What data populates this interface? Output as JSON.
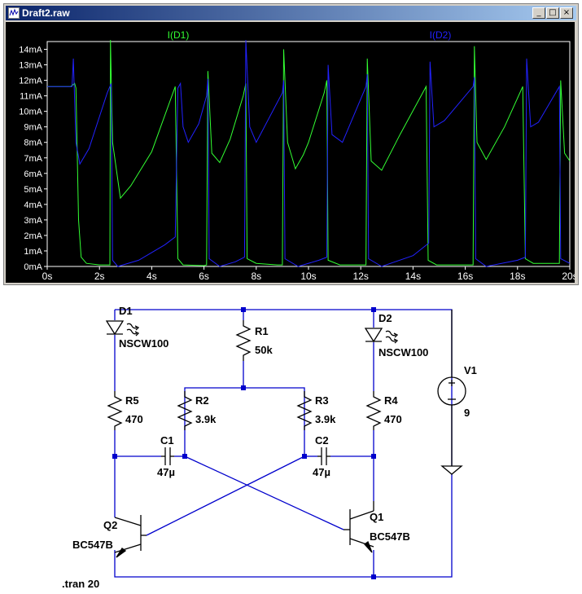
{
  "window": {
    "title": "Draft2.raw",
    "buttons": {
      "minimize": "_",
      "maximize": "□",
      "close": "×"
    }
  },
  "colors": {
    "trace_d1": "#33ff33",
    "trace_d2": "#2222ff",
    "axis": "#ffffff",
    "grid": "#3a3a3a",
    "wire": "#0000cc",
    "component": "#000000"
  },
  "chart_data": {
    "type": "line",
    "title": "",
    "xlabel": "",
    "ylabel": "",
    "xlim": [
      0,
      20
    ],
    "ylim": [
      0,
      14.5
    ],
    "x_ticks": [
      "0s",
      "2s",
      "4s",
      "6s",
      "8s",
      "10s",
      "12s",
      "14s",
      "16s",
      "18s",
      "20s"
    ],
    "y_ticks": [
      "0mA",
      "1mA",
      "2mA",
      "3mA",
      "4mA",
      "5mA",
      "6mA",
      "7mA",
      "8mA",
      "9mA",
      "10mA",
      "11mA",
      "12mA",
      "13mA",
      "14mA"
    ],
    "grid": false,
    "series": [
      {
        "name": "I(D1)",
        "color": "#33ff33",
        "points": [
          [
            0,
            11.6
          ],
          [
            0.9,
            11.6
          ],
          [
            1.05,
            11.8
          ],
          [
            1.1,
            11.5
          ],
          [
            1.2,
            3.0
          ],
          [
            1.3,
            0.6
          ],
          [
            1.5,
            0.2
          ],
          [
            2.0,
            0.1
          ],
          [
            2.4,
            0.1
          ],
          [
            2.42,
            14.6
          ],
          [
            2.5,
            8.0
          ],
          [
            2.8,
            4.4
          ],
          [
            3.2,
            5.2
          ],
          [
            4.0,
            7.4
          ],
          [
            4.9,
            11.6
          ],
          [
            5.0,
            0.5
          ],
          [
            5.2,
            0.1
          ],
          [
            6.0,
            0.05
          ],
          [
            6.1,
            0.1
          ],
          [
            6.15,
            12.6
          ],
          [
            6.3,
            7.3
          ],
          [
            6.6,
            6.7
          ],
          [
            7.0,
            8.2
          ],
          [
            7.5,
            11.0
          ],
          [
            7.6,
            11.8
          ],
          [
            7.65,
            0.5
          ],
          [
            8.0,
            0.2
          ],
          [
            8.8,
            0.1
          ],
          [
            9.0,
            0.1
          ],
          [
            9.05,
            14.0
          ],
          [
            9.2,
            8.0
          ],
          [
            9.5,
            6.3
          ],
          [
            9.8,
            7.2
          ],
          [
            10.0,
            8.0
          ],
          [
            10.6,
            11.2
          ],
          [
            10.7,
            12.0
          ],
          [
            10.75,
            0.4
          ],
          [
            11.2,
            0.1
          ],
          [
            12.2,
            0.1
          ],
          [
            12.25,
            13.4
          ],
          [
            12.4,
            6.8
          ],
          [
            12.8,
            6.2
          ],
          [
            13.5,
            8.5
          ],
          [
            14.5,
            11.6
          ],
          [
            14.58,
            0.4
          ],
          [
            14.9,
            0.1
          ],
          [
            16.3,
            0.1
          ],
          [
            16.35,
            14.2
          ],
          [
            16.45,
            8.0
          ],
          [
            16.8,
            6.9
          ],
          [
            17.5,
            9.0
          ],
          [
            18.2,
            11.6
          ],
          [
            18.3,
            0.5
          ],
          [
            18.6,
            0.2
          ],
          [
            19.6,
            0.2
          ],
          [
            19.65,
            12.0
          ],
          [
            19.8,
            7.3
          ],
          [
            20,
            6.8
          ]
        ]
      },
      {
        "name": "I(D2)",
        "color": "#2222ff",
        "points": [
          [
            0,
            11.6
          ],
          [
            0.95,
            11.6
          ],
          [
            1.0,
            13.4
          ],
          [
            1.1,
            8.0
          ],
          [
            1.25,
            6.6
          ],
          [
            1.6,
            7.6
          ],
          [
            2.3,
            11.2
          ],
          [
            2.45,
            11.8
          ],
          [
            2.5,
            0.4
          ],
          [
            2.7,
            0.0
          ],
          [
            3.5,
            0.4
          ],
          [
            4.5,
            1.4
          ],
          [
            4.9,
            1.9
          ],
          [
            5.0,
            11.5
          ],
          [
            5.1,
            11.8
          ],
          [
            5.2,
            9.0
          ],
          [
            5.4,
            8.0
          ],
          [
            5.8,
            9.2
          ],
          [
            6.1,
            11.0
          ],
          [
            6.15,
            12.1
          ],
          [
            6.2,
            0.5
          ],
          [
            6.6,
            0.0
          ],
          [
            7.2,
            0.3
          ],
          [
            7.55,
            0.6
          ],
          [
            7.6,
            14.6
          ],
          [
            7.75,
            9.0
          ],
          [
            8.0,
            8.0
          ],
          [
            9.0,
            11.2
          ],
          [
            9.05,
            12.0
          ],
          [
            9.1,
            0.5
          ],
          [
            9.6,
            0.0
          ],
          [
            10.4,
            0.4
          ],
          [
            10.7,
            0.6
          ],
          [
            10.75,
            13.0
          ],
          [
            10.9,
            8.5
          ],
          [
            11.3,
            8.0
          ],
          [
            12.2,
            11.6
          ],
          [
            12.25,
            12.4
          ],
          [
            12.3,
            0.5
          ],
          [
            12.8,
            0.0
          ],
          [
            14.0,
            0.7
          ],
          [
            14.6,
            1.5
          ],
          [
            14.65,
            13.2
          ],
          [
            14.8,
            9.0
          ],
          [
            15.2,
            9.4
          ],
          [
            16.3,
            11.6
          ],
          [
            16.35,
            12.2
          ],
          [
            16.4,
            0.5
          ],
          [
            16.8,
            0.0
          ],
          [
            18.0,
            0.4
          ],
          [
            18.3,
            0.6
          ],
          [
            18.35,
            13.4
          ],
          [
            18.5,
            9.0
          ],
          [
            18.8,
            9.3
          ],
          [
            19.6,
            11.6
          ],
          [
            19.65,
            0.5
          ],
          [
            20,
            0.2
          ]
        ]
      }
    ]
  },
  "schematic": {
    "components": [
      {
        "id": "D1",
        "ref": "D1",
        "value": "NSCW100"
      },
      {
        "id": "D2",
        "ref": "D2",
        "value": "NSCW100"
      },
      {
        "id": "R1",
        "ref": "R1",
        "value": "50k"
      },
      {
        "id": "R2",
        "ref": "R2",
        "value": "3.9k"
      },
      {
        "id": "R3",
        "ref": "R3",
        "value": "3.9k"
      },
      {
        "id": "R4",
        "ref": "R4",
        "value": "470"
      },
      {
        "id": "R5",
        "ref": "R5",
        "value": "470"
      },
      {
        "id": "C1",
        "ref": "C1",
        "value": "47µ"
      },
      {
        "id": "C2",
        "ref": "C2",
        "value": "47µ"
      },
      {
        "id": "Q1",
        "ref": "Q1",
        "value": "BC547B"
      },
      {
        "id": "Q2",
        "ref": "Q2",
        "value": "BC547B"
      },
      {
        "id": "V1",
        "ref": "V1",
        "value": "9"
      }
    ],
    "directive": ".tran 20"
  }
}
